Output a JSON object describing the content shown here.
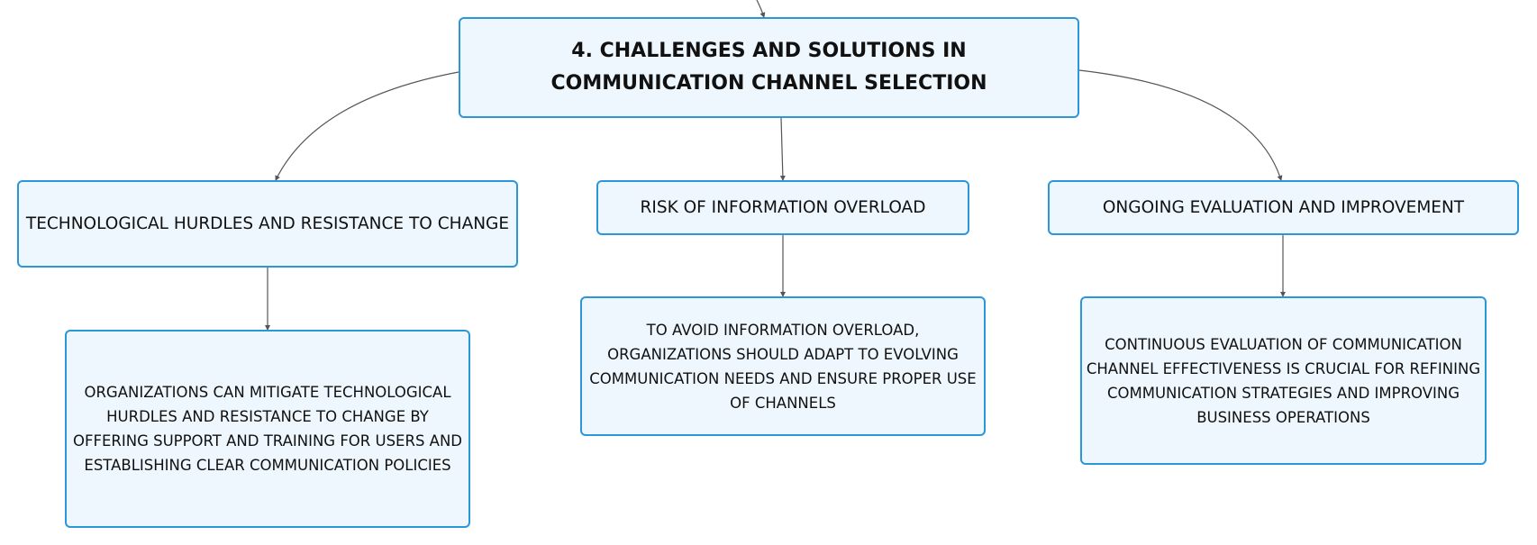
{
  "root": {
    "label": "4. CHALLENGES AND SOLUTIONS IN COMMUNICATION CHANNEL SELECTION"
  },
  "topics": [
    {
      "label": "TECHNOLOGICAL HURDLES AND RESISTANCE TO CHANGE",
      "detail": "ORGANIZATIONS CAN MITIGATE TECHNOLOGICAL HURDLES AND RESISTANCE TO CHANGE BY OFFERING SUPPORT AND TRAINING FOR USERS AND ESTABLISHING CLEAR COMMUNICATION POLICIES"
    },
    {
      "label": "RISK OF INFORMATION OVERLOAD",
      "detail": "TO AVOID INFORMATION OVERLOAD, ORGANIZATIONS SHOULD ADAPT TO EVOLVING COMMUNICATION NEEDS AND ENSURE PROPER USE OF CHANNELS"
    },
    {
      "label": "ONGOING EVALUATION AND IMPROVEMENT",
      "detail": "CONTINUOUS EVALUATION OF COMMUNICATION CHANNEL EFFECTIVENESS IS CRUCIAL FOR REFINING COMMUNICATION STRATEGIES AND IMPROVING BUSINESS OPERATIONS"
    }
  ],
  "colors": {
    "node_border": "#2b96d8",
    "node_fill": "#eef7fd",
    "connector": "#555555"
  }
}
